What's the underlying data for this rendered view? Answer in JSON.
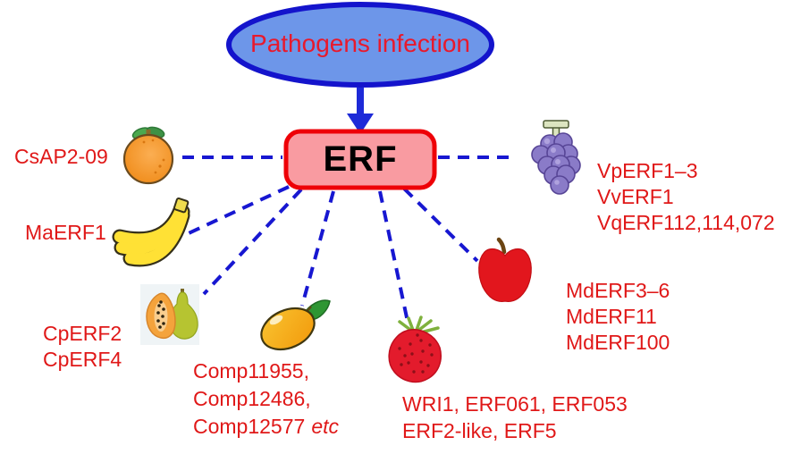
{
  "colors": {
    "ellipse_fill": "#6D96E9",
    "ellipse_border": "#1414CC",
    "connector_blue": "#1717D1",
    "hub_fill": "#F99BA1",
    "hub_border": "#EE0007",
    "label_red": "#E01818"
  },
  "pathogen": {
    "label": "Pathogens infection"
  },
  "hub": {
    "label": "ERF"
  },
  "nodes": [
    {
      "id": "orange",
      "fruit": "orange",
      "labels": [
        "CsAP2-09"
      ]
    },
    {
      "id": "banana",
      "fruit": "banana",
      "labels": [
        "MaERF1"
      ]
    },
    {
      "id": "papaya",
      "fruit": "papaya",
      "labels": [
        "CpERF2",
        "CpERF4"
      ]
    },
    {
      "id": "mango",
      "fruit": "mango",
      "labels": [
        "Comp11955,",
        "Comp12486,",
        "Comp12577"
      ],
      "italic_suffix": "etc"
    },
    {
      "id": "strawberry",
      "fruit": "strawberry",
      "labels": [
        "WRI1, ERF061, ERF053",
        "ERF2-like, ERF5"
      ]
    },
    {
      "id": "apple",
      "fruit": "apple",
      "labels": [
        "MdERF3–6",
        "MdERF11",
        "MdERF100"
      ]
    },
    {
      "id": "grape",
      "fruit": "grape",
      "labels": [
        "VpERF1–3",
        "VvERF1",
        "VqERF112,114,072"
      ]
    }
  ]
}
